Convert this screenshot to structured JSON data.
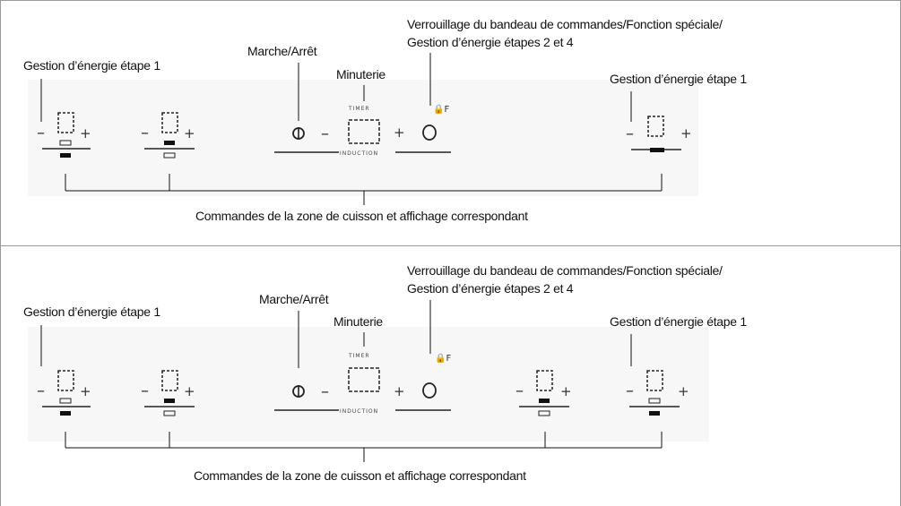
{
  "panels": [
    {
      "id": "panel-1",
      "labels": {
        "left_energy": "Gestion d’énergie étape 1",
        "power": "Marche/Arrêt",
        "timer": "Minuterie",
        "lock_line1": "Verrouillage du bandeau de commandes/Fonction spéciale/",
        "lock_line2": "Gestion d’énergie étapes 2 et 4",
        "right_energy": "Gestion d’énergie étape 1",
        "bottom": "Commandes de la zone de cuisson et affichage correspondant"
      }
    },
    {
      "id": "panel-2",
      "labels": {
        "left_energy": "Gestion d’énergie étape 1",
        "power": "Marche/Arrêt",
        "timer": "Minuterie",
        "lock_line1": "Verrouillage du bandeau de commandes/Fonction spéciale/",
        "lock_line2": "Gestion d’énergie étapes 2 et 4",
        "right_energy": "Gestion d’énergie étape 1",
        "bottom": "Commandes de la zone de cuisson et affichage correspondant"
      }
    }
  ],
  "panel_text": {
    "minus": "–",
    "plus": "+",
    "timer_top": "TIMER",
    "induction": "INDUCTION",
    "lock_symbol": "🔒F"
  },
  "icons": [
    "power-icon",
    "timer-display",
    "lock-icon",
    "cooking-zone-display"
  ]
}
